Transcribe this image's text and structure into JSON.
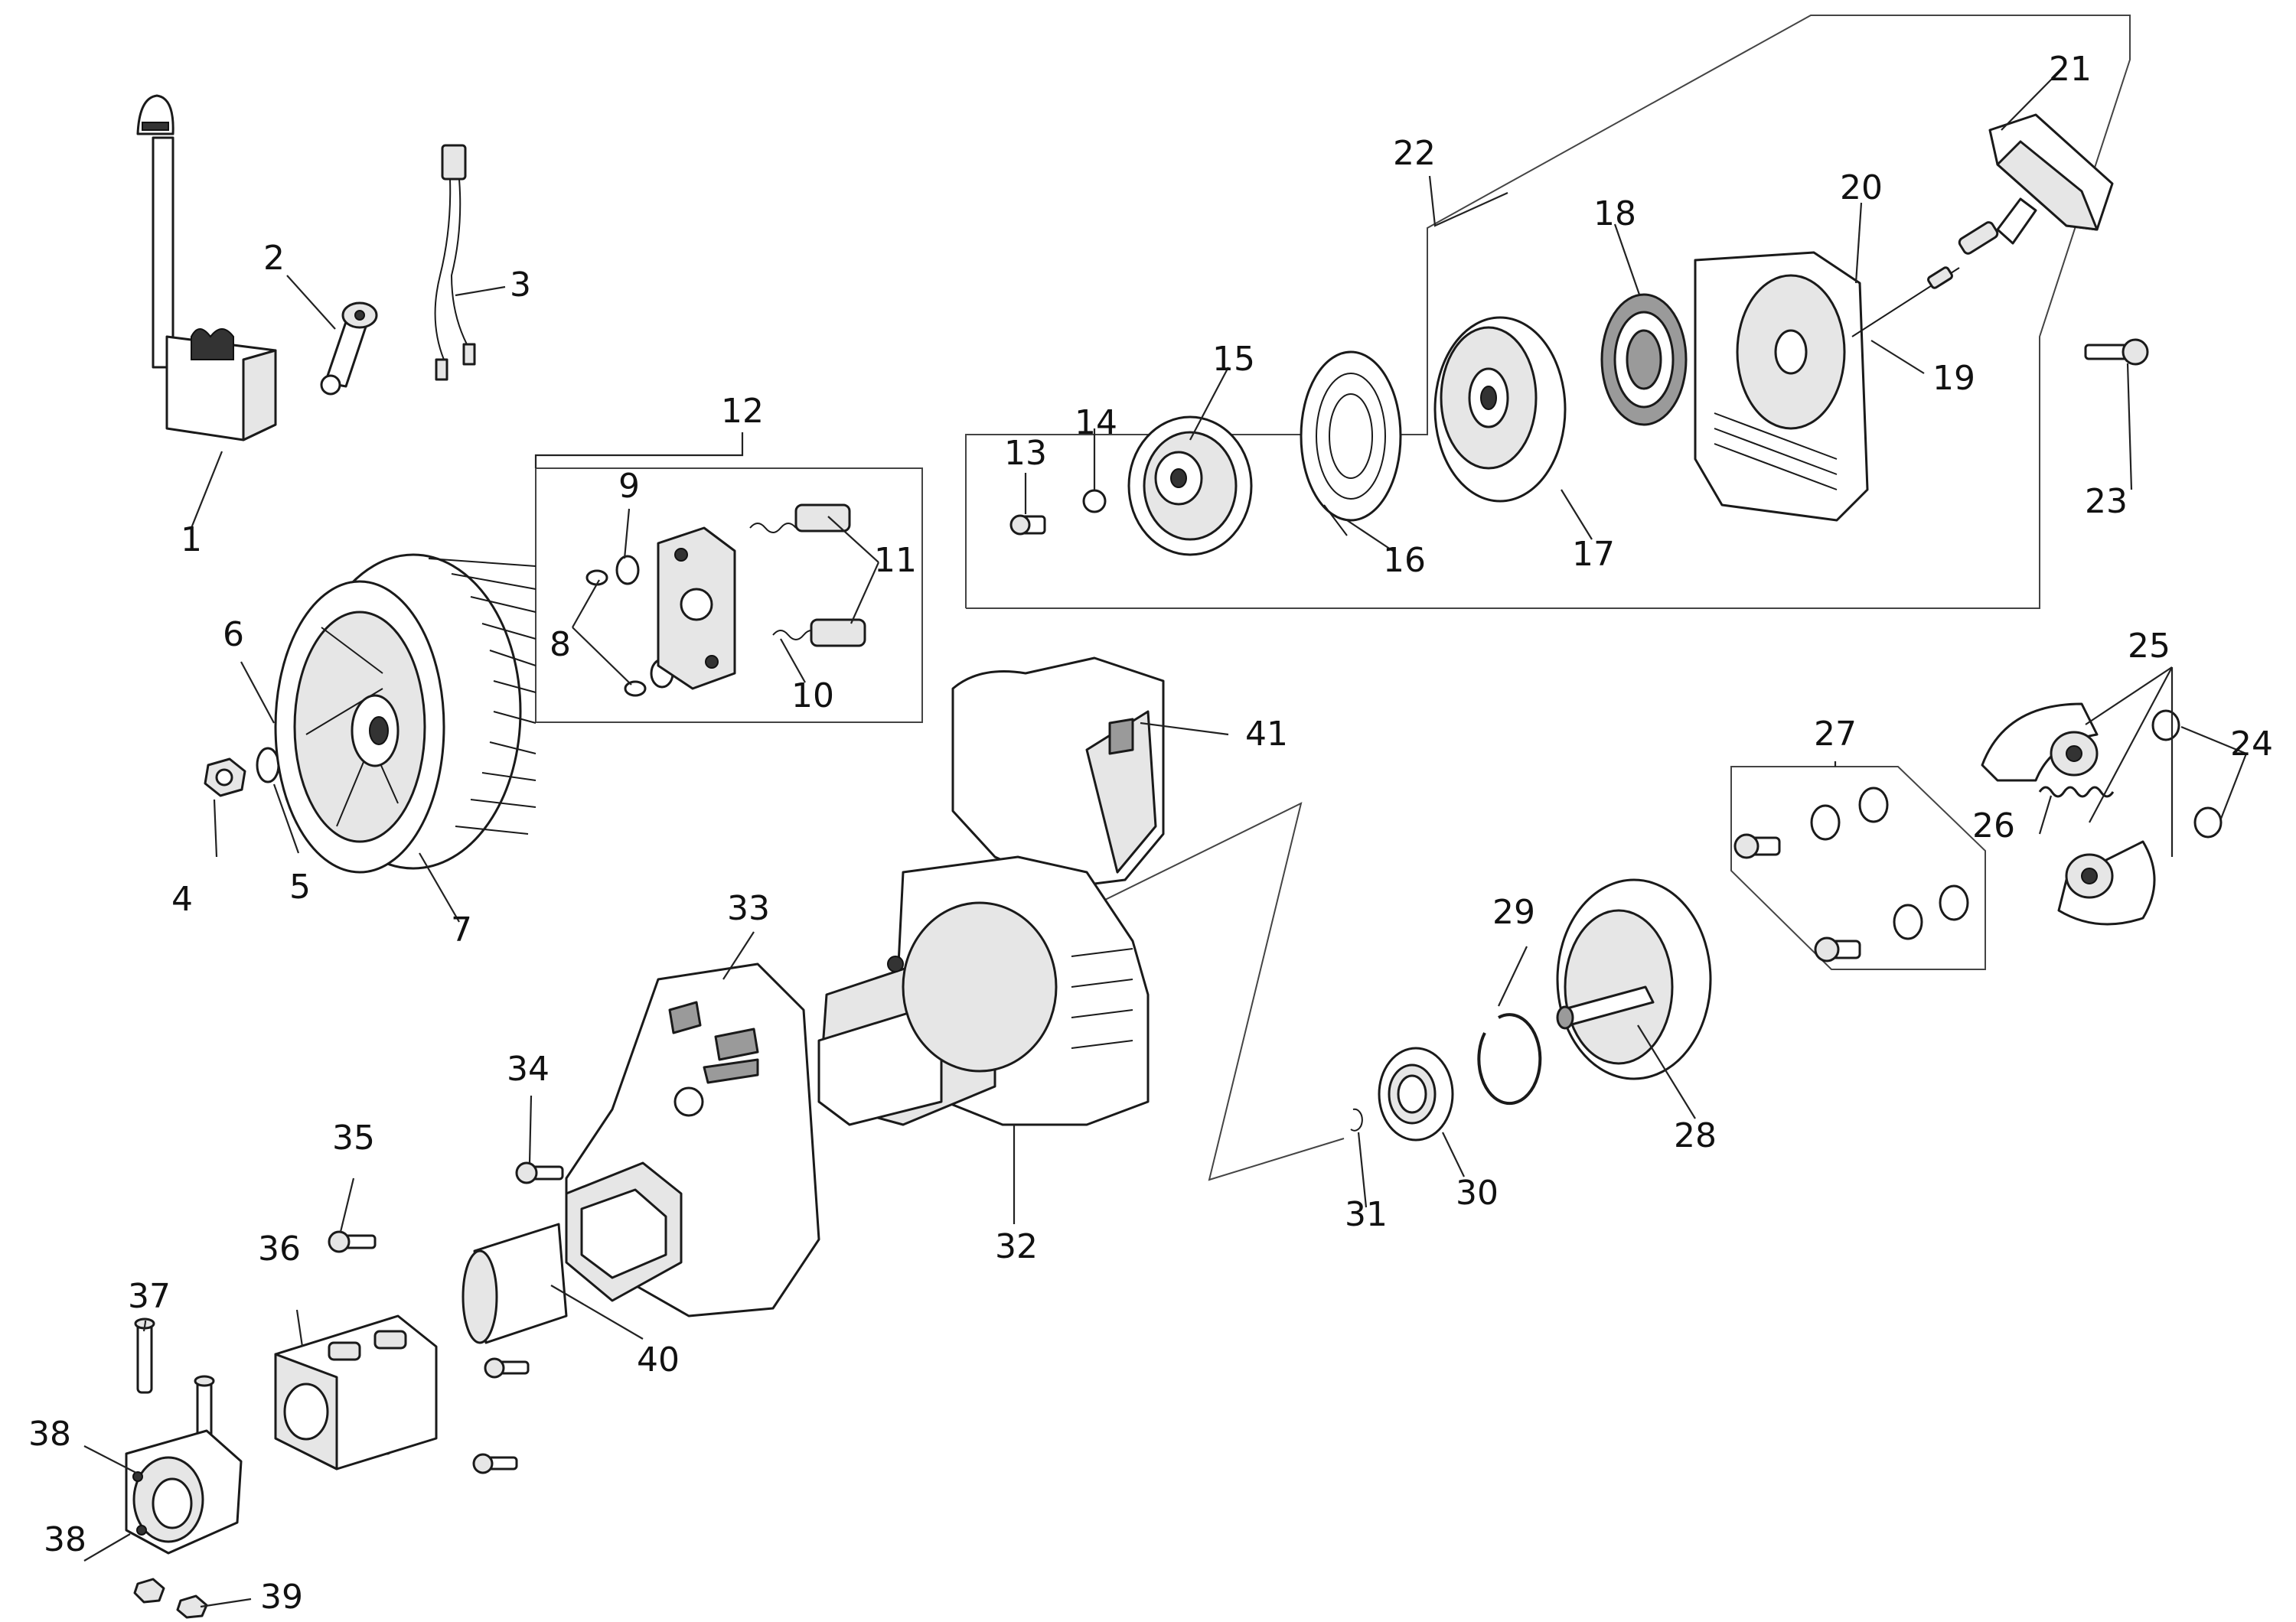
{
  "callouts": [
    {
      "id": "1",
      "text": "1"
    },
    {
      "id": "2",
      "text": "2"
    },
    {
      "id": "3",
      "text": "3"
    },
    {
      "id": "4",
      "text": "4"
    },
    {
      "id": "5",
      "text": "5"
    },
    {
      "id": "6",
      "text": "6"
    },
    {
      "id": "7",
      "text": "7"
    },
    {
      "id": "8",
      "text": "8"
    },
    {
      "id": "9",
      "text": "9"
    },
    {
      "id": "10",
      "text": "10"
    },
    {
      "id": "11",
      "text": "11"
    },
    {
      "id": "12",
      "text": "12"
    },
    {
      "id": "13",
      "text": "13"
    },
    {
      "id": "14",
      "text": "14"
    },
    {
      "id": "15",
      "text": "15"
    },
    {
      "id": "16",
      "text": "16"
    },
    {
      "id": "17",
      "text": "17"
    },
    {
      "id": "18",
      "text": "18"
    },
    {
      "id": "19",
      "text": "19"
    },
    {
      "id": "20",
      "text": "20"
    },
    {
      "id": "21",
      "text": "21"
    },
    {
      "id": "22",
      "text": "22"
    },
    {
      "id": "23",
      "text": "23"
    },
    {
      "id": "24",
      "text": "24"
    },
    {
      "id": "25",
      "text": "25"
    },
    {
      "id": "26",
      "text": "26"
    },
    {
      "id": "27",
      "text": "27"
    },
    {
      "id": "28",
      "text": "28"
    },
    {
      "id": "29",
      "text": "29"
    },
    {
      "id": "30",
      "text": "30"
    },
    {
      "id": "31",
      "text": "31"
    },
    {
      "id": "32",
      "text": "32"
    },
    {
      "id": "33",
      "text": "33"
    },
    {
      "id": "34",
      "text": "34"
    },
    {
      "id": "35",
      "text": "35"
    },
    {
      "id": "36",
      "text": "36"
    },
    {
      "id": "37",
      "text": "37"
    },
    {
      "id": "38a",
      "text": "38"
    },
    {
      "id": "38b",
      "text": "38"
    },
    {
      "id": "39",
      "text": "39"
    },
    {
      "id": "40",
      "text": "40"
    },
    {
      "id": "41",
      "text": "41"
    }
  ]
}
